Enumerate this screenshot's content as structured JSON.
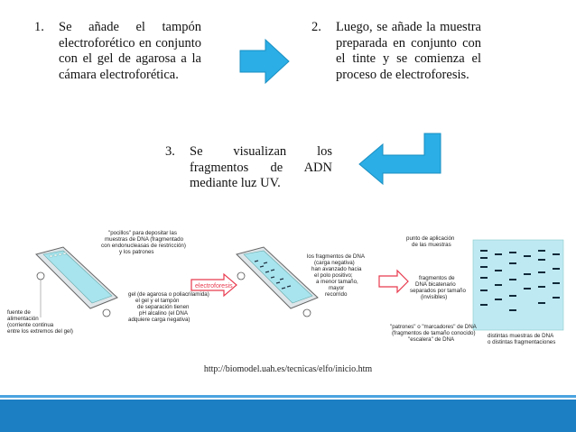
{
  "steps": [
    {
      "number": "1.",
      "text": "Se añade el tampón electroforético en conjunto con el gel de agarosa a la cámara electroforética."
    },
    {
      "number": "2.",
      "text": "Luego, se añade la muestra preparada en conjunto con el tinte y se comienza el proceso de electroforesis."
    },
    {
      "number": "3.",
      "text": "Se visualizan los fragmentos de ADN mediante luz UV."
    }
  ],
  "figure": {
    "labels": {
      "pocillos": [
        "\"pocillos\" para depositar las",
        "muestras de DNA (fragmentado",
        "con endonucleasas de restricción)",
        "y los patrones"
      ],
      "gel": [
        "gel (de agarosa o poliacrilamida)",
        "el gel y el tampón",
        "de separación tienen",
        "pH alcalino (el DNA",
        "adquiere carga negativa)"
      ],
      "fuente": [
        "fuente de",
        "alimentación",
        "(corriente continua",
        "entre los extremos del gel)"
      ],
      "electroforesis": "electroforesis",
      "fragmentos": [
        "los fragmentos de DNA",
        "(carga negativa)",
        "han avanzado hacia",
        "el polo positivo;",
        "a menor tamaño,",
        "mayor",
        "recorrido"
      ],
      "punto": [
        "punto de aplicación",
        "de las muestras"
      ],
      "bicatenario": [
        "fragmentos de",
        "DNA bicatenario",
        "separados por tamaño",
        "(invisibles)"
      ],
      "patrones": [
        "\"patrones\" o \"marcadores\" de DNA",
        "(fragmentos de tamaño conocido)",
        "\"escalera\" de DNA"
      ],
      "distintas": [
        "distintas muestras de DNA",
        "o distintas fragmentaciones"
      ]
    }
  },
  "source": "http://biomodel.uah.es/tecnicas/elfo/inicio.htm",
  "colors": {
    "arrow": "#2baee5",
    "bar": "#1c7ec3",
    "accent": "#e83a4e",
    "gel": "#a8e4ee"
  }
}
